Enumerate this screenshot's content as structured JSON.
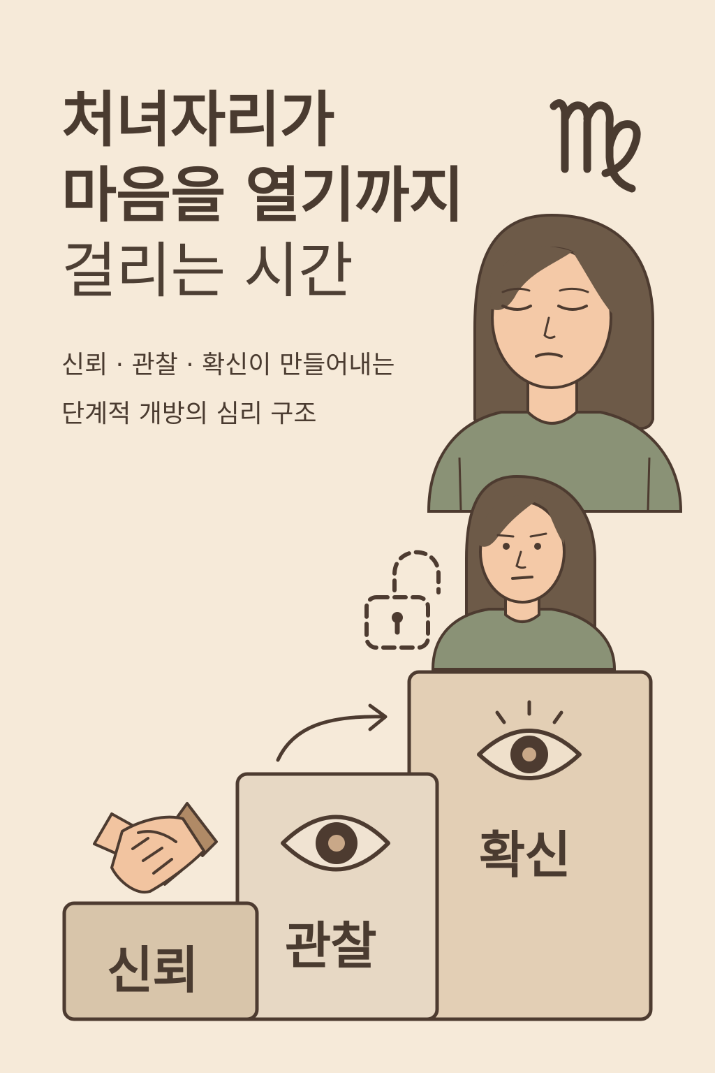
{
  "title": {
    "line1": "처녀자리가",
    "line2": "마음을 열기까지",
    "line3": "걸리는 시간"
  },
  "subtitle": {
    "line1": "신뢰 · 관찰 · 확신이 만들어내는",
    "line2": "단계적 개방의 심리 구조"
  },
  "steps": [
    {
      "label": "신뢰",
      "icon": "handshake-icon"
    },
    {
      "label": "관찰",
      "icon": "eye-icon"
    },
    {
      "label": "확신",
      "icon": "radiant-eye-icon"
    }
  ],
  "decorations": {
    "zodiac_icon": "virgo-symbol-icon",
    "lock_icon": "unlocked-padlock-icon",
    "arrow_icon": "curved-arrow-icon"
  },
  "colors": {
    "background": "#f6ead9",
    "text": "#4a3b30",
    "outline": "#4d3b30",
    "step1": "#d8c5aa",
    "step2": "#e7d8c4",
    "step3": "#e3cfb5",
    "shirt": "#8a9276",
    "hair": "#6d5a48",
    "skin": "#f4c9a7"
  }
}
